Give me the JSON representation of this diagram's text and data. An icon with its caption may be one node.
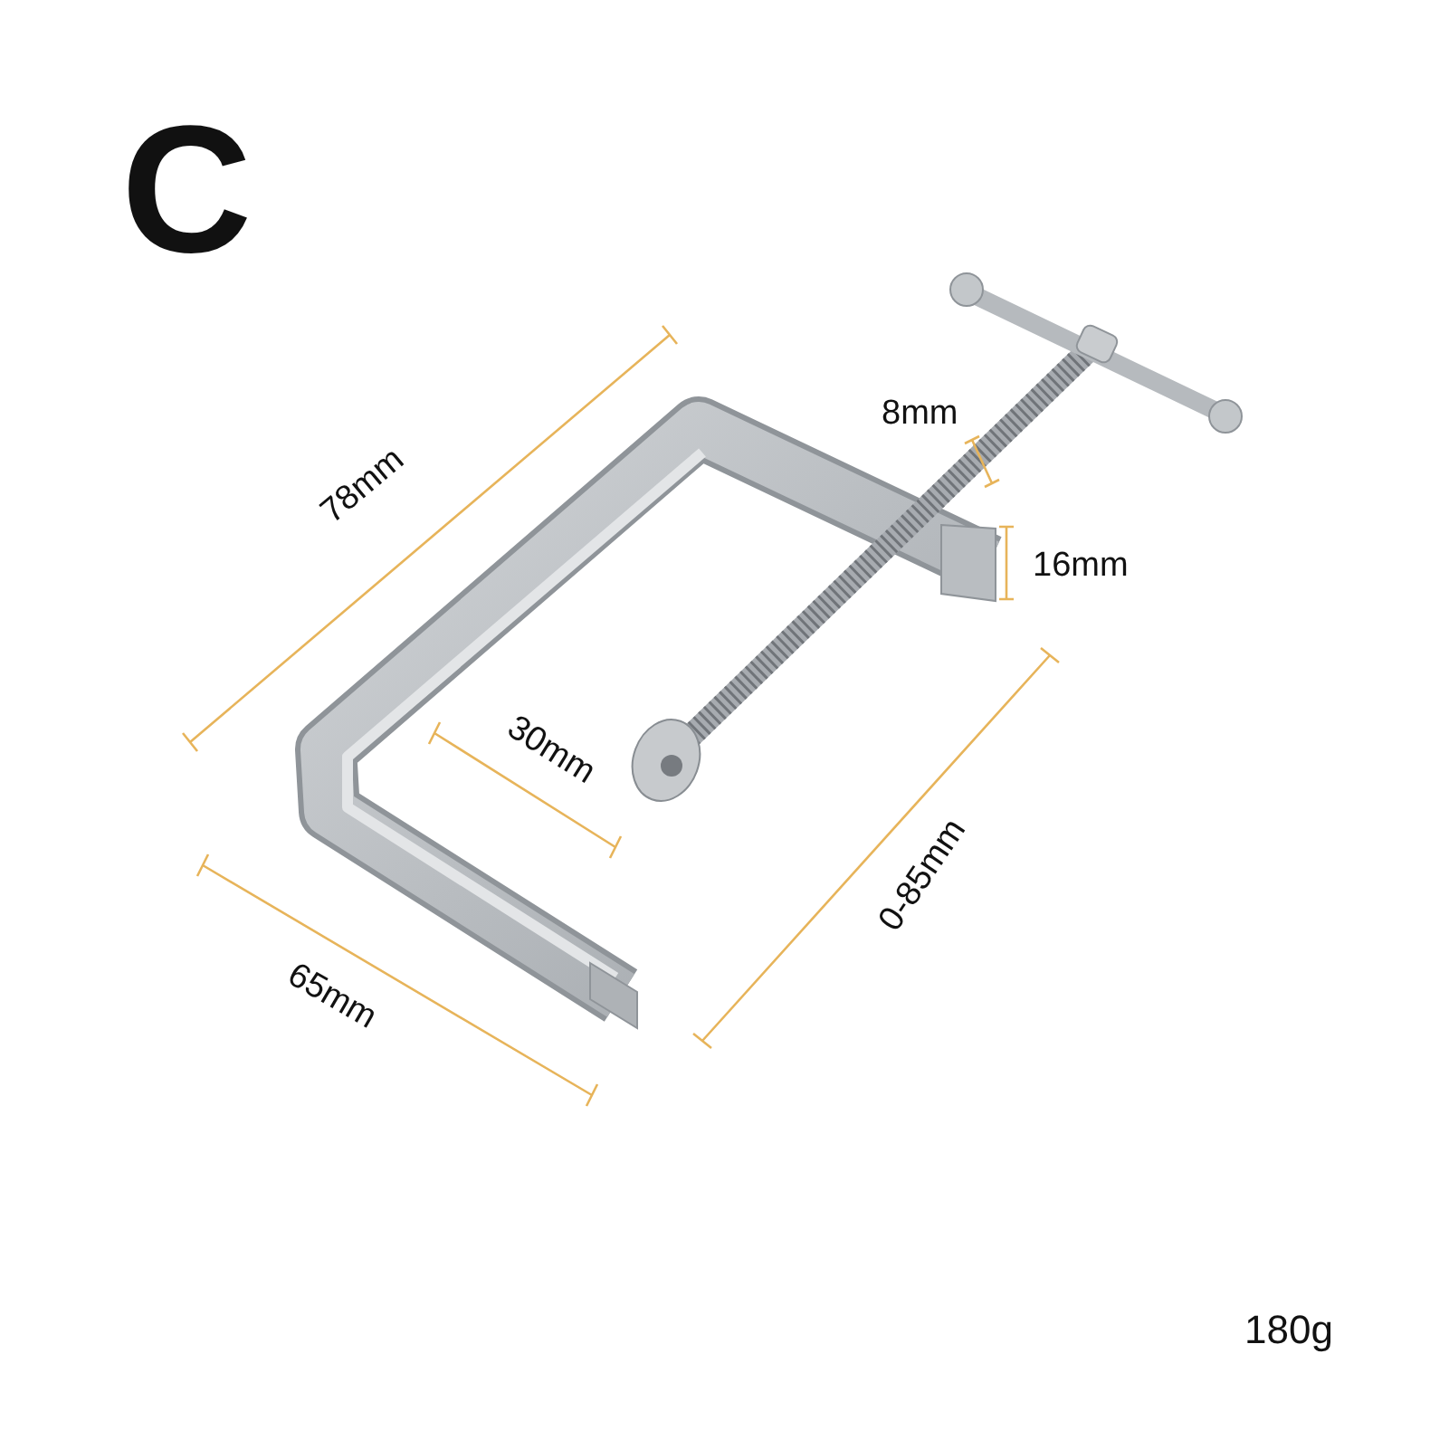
{
  "diagram": {
    "title": "C",
    "labels": [
      "78mm",
      "8mm",
      "16mm",
      "30mm",
      "0-85mm",
      "65mm",
      "180g"
    ]
  }
}
